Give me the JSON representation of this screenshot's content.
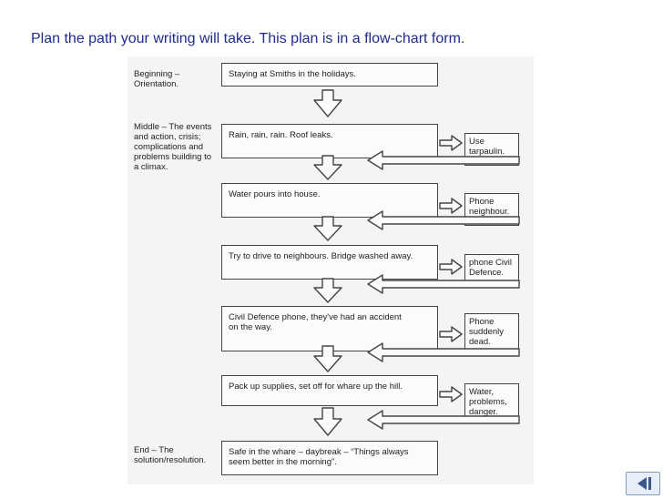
{
  "heading": "Plan the path your writing will take.  This plan is in a flow-chart form.",
  "stages": {
    "beginning": "Beginning –\nOrientation.",
    "middle": "Middle – The events\nand action, crisis;\ncomplications and\nproblems building to\na climax.",
    "end": "End – The\nsolution/resolution."
  },
  "steps": [
    "Staying at Smiths in the holidays.",
    "Rain, rain, rain.  Roof leaks.",
    "Water pours into house.",
    "Try to drive to neighbours. Bridge washed away.",
    "Civil Defence phone, they've had an accident\non the way.",
    "Pack up supplies, set off for whare up the hill.",
    "Safe in the whare – daybreak – “Things always\nseem better in the morning”."
  ],
  "responses": [
    "Use\ntarpaulin.",
    "Phone\nneighbour.",
    "phone Civil\nDefence.",
    "Phone\nsuddenly\ndead.",
    "Water,\nproblems,\ndanger."
  ]
}
